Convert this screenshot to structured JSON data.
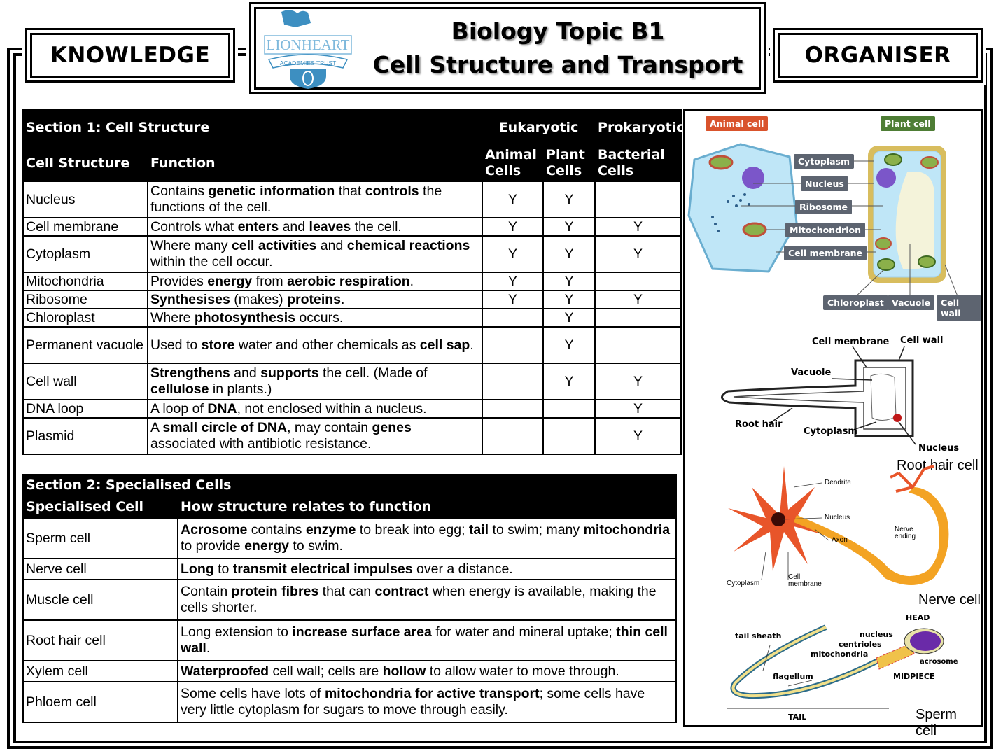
{
  "header": {
    "left_label": "KNOWLEDGE",
    "right_label": "ORGANISER",
    "title_line1": "Biology Topic B1",
    "title_line2": "Cell Structure and Transport",
    "logo_text_1": "LIONHEART",
    "logo_text_2": "ACADEMIES TRUST"
  },
  "section1": {
    "title": "Section 1: Cell Structure",
    "group_eukaryotic": "Eukaryotic",
    "group_prokaryotic": "Prokaryotic",
    "col_structure": "Cell Structure",
    "col_function": "Function",
    "col_animal_1": "Animal",
    "col_animal_2": "Cells",
    "col_plant_1": "Plant",
    "col_plant_2": "Cells",
    "col_bacterial_1": "Bacterial",
    "col_bacterial_2": "Cells",
    "rows": [
      {
        "name": "Nucleus",
        "animal": "Y",
        "plant": "Y",
        "bacterial": "",
        "f": [
          "Contains ",
          "genetic information",
          " that ",
          "controls",
          " the functions of the cell."
        ]
      },
      {
        "name": "Cell membrane",
        "animal": "Y",
        "plant": "Y",
        "bacterial": "Y",
        "f": [
          "Controls what ",
          "enters",
          " and ",
          "leaves",
          " the cell."
        ]
      },
      {
        "name": "Cytoplasm",
        "animal": "Y",
        "plant": "Y",
        "bacterial": "Y",
        "f": [
          "Where many ",
          "cell activities",
          " and ",
          "chemical reactions",
          " within the cell occur."
        ]
      },
      {
        "name": "Mitochondria",
        "animal": "Y",
        "plant": "Y",
        "bacterial": "",
        "f": [
          "Provides ",
          "energy",
          " from ",
          "aerobic respiration",
          "."
        ]
      },
      {
        "name": "Ribosome",
        "animal": "Y",
        "plant": "Y",
        "bacterial": "Y",
        "f": [
          "",
          "Synthesises",
          " (makes) ",
          "proteins",
          "."
        ]
      },
      {
        "name": "Chloroplast",
        "animal": "",
        "plant": "Y",
        "bacterial": "",
        "f": [
          "Where ",
          "photosynthesis",
          " occurs."
        ]
      },
      {
        "name": "Permanent vacuole",
        "animal": "",
        "plant": "Y",
        "bacterial": "",
        "f": [
          "Used to ",
          "store",
          " water and other chemicals as ",
          "cell sap",
          "."
        ]
      },
      {
        "name": "Cell wall",
        "animal": "",
        "plant": "Y",
        "bacterial": "Y",
        "f": [
          "",
          "Strengthens",
          " and ",
          "supports",
          " the cell.  (Made of ",
          "cellulose",
          " in plants.)"
        ]
      },
      {
        "name": "DNA loop",
        "animal": "",
        "plant": "",
        "bacterial": "Y",
        "f": [
          "A loop of ",
          "DNA",
          ", not enclosed within a nucleus."
        ]
      },
      {
        "name": "Plasmid",
        "animal": "",
        "plant": "",
        "bacterial": "Y",
        "f": [
          "A ",
          "small circle of DNA",
          ", may contain ",
          "genes",
          " associated with antibiotic resistance."
        ]
      }
    ]
  },
  "section2": {
    "title": "Section 2: Specialised Cells",
    "col_cell": "Specialised Cell",
    "col_how": "How structure relates to function",
    "rows": [
      {
        "name": "Sperm cell",
        "f": [
          "",
          "Acrosome",
          " contains ",
          "enzyme",
          " to break into egg; ",
          "tail",
          " to swim; many ",
          "mitochondria",
          " to provide ",
          "energy",
          " to swim."
        ]
      },
      {
        "name": "Nerve cell",
        "f": [
          "",
          "Long",
          " to ",
          "transmit electrical impulses",
          " over a distance."
        ]
      },
      {
        "name": "Muscle cell",
        "f": [
          "Contain ",
          "protein fibres",
          " that can ",
          "contract",
          " when energy is available, making the cells shorter."
        ]
      },
      {
        "name": "Root hair cell",
        "f": [
          "Long extension to ",
          "increase surface area",
          " for water and mineral uptake; ",
          "thin cell wall",
          "."
        ]
      },
      {
        "name": "Xylem cell",
        "f": [
          "",
          "Waterproofed",
          " cell wall; cells are ",
          "hollow",
          " to allow water to move through."
        ]
      },
      {
        "name": "Phloem cell",
        "f": [
          "Some cells have lots of ",
          "mitochondria for active transport",
          "; some cells have very little cytoplasm for sugars to move through easily."
        ]
      }
    ]
  },
  "diagrams": {
    "animal_cell_label": "Animal cell",
    "plant_cell_label": "Plant cell",
    "cell_labels": [
      "Cytoplasm",
      "Nucleus",
      "Ribosome",
      "Mitochondrion",
      "Cell membrane"
    ],
    "bottom_labels": [
      "Chloroplast",
      "Vacuole",
      "Cell wall"
    ],
    "root_hair": {
      "caption": "Root hair cell",
      "labels": {
        "cell_membrane": "Cell membrane",
        "cell_wall": "Cell wall",
        "vacuole": "Vacuole",
        "root_hair": "Root hair",
        "cytoplasm": "Cytoplasm",
        "nucleus": "Nucleus"
      }
    },
    "nerve": {
      "caption": "Nerve cell",
      "labels": {
        "dendrite": "Dendrite",
        "nucleus": "Nucleus",
        "axon": "Axon",
        "nerve_ending_1": "Nerve",
        "nerve_ending_2": "ending",
        "cytoplasm": "Cytoplasm",
        "cell_membrane_1": "Cell",
        "cell_membrane_2": "membrane"
      }
    },
    "sperm": {
      "caption": "Sperm cell",
      "labels": {
        "head": "HEAD",
        "tail_sheath": "tail sheath",
        "nucleus": "nucleus",
        "centrioles": "centrioles",
        "mitochondria": "mitochondria",
        "acrosome": "acrosome",
        "flagellum": "flagellum",
        "midpiece": "MIDPIECE",
        "tail": "TAIL"
      }
    }
  },
  "colors": {
    "animal_tag": "#d9532c",
    "plant_tag": "#4e7d35",
    "cell_fill": "#bfe6f7",
    "nucleus": "#7b56c9",
    "neuron": "#e8552a",
    "axon": "#f3a323"
  }
}
